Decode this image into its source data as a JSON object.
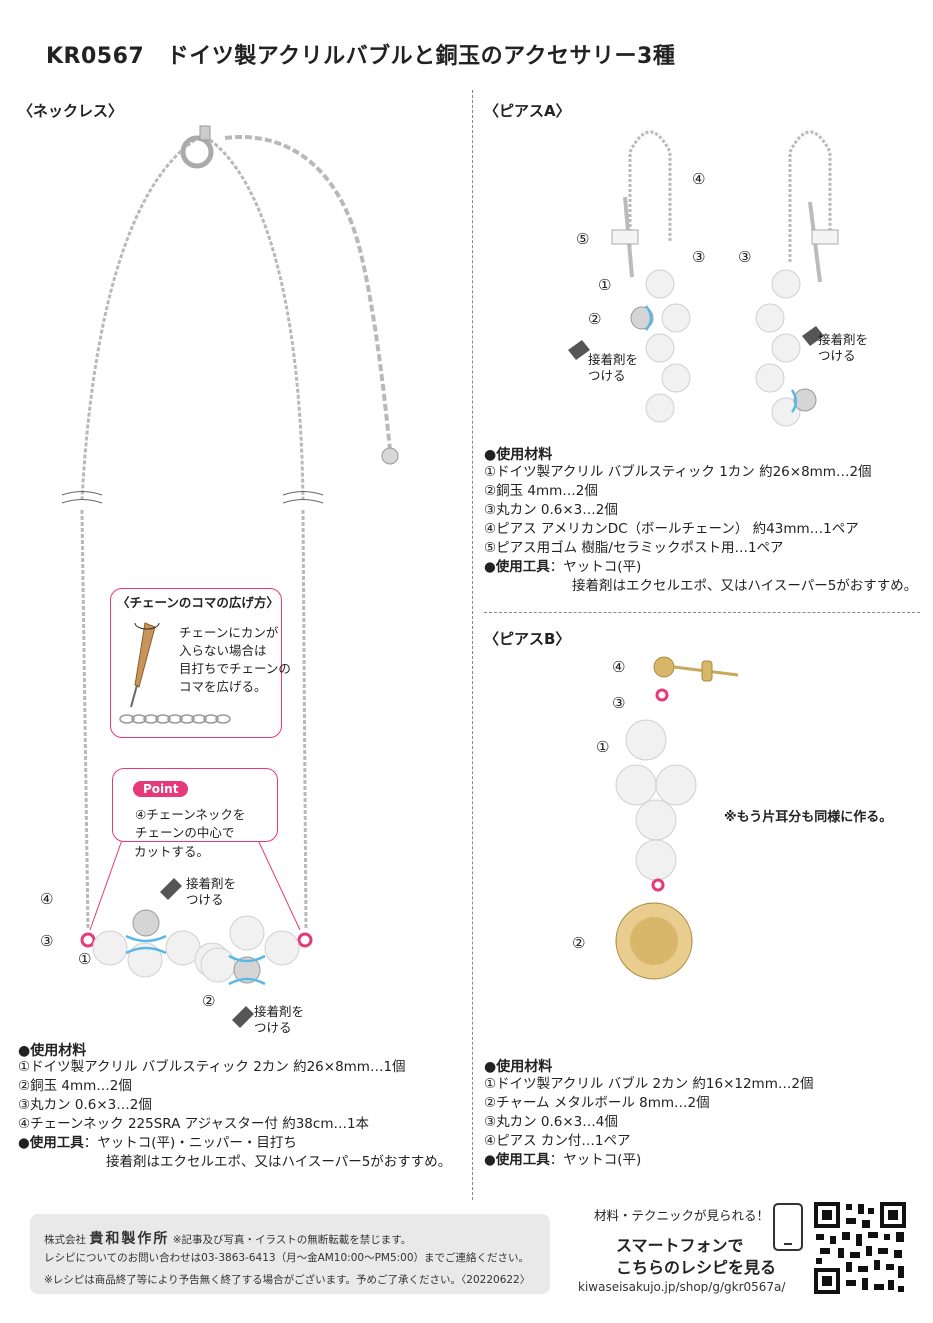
{
  "title": "KR0567　ドイツ製アクリルバブルと銅玉のアクセサリー3種",
  "necklace": {
    "heading": "〈ネックレス〉",
    "labels": [
      "④",
      "③",
      "①",
      "②"
    ],
    "glue_label_1": "接着剤を\nつける",
    "glue_label_2": "接着剤を\nつける",
    "chain_tip": {
      "heading": "〈チェーンのコマの広げ方〉",
      "lines": [
        "チェーンにカンが",
        "入らない場合は",
        "目打ちでチェーンの",
        "コマを広げる。"
      ]
    },
    "point": {
      "badge": "Point",
      "lines": [
        "④チェーンネックを",
        "チェーンの中心で",
        "カットする。"
      ]
    },
    "materials_title": "●使用材料",
    "materials": [
      "①ドイツ製アクリル バブルスティック 2カン 約26×8mm…1個",
      "②銅玉 4mm…2個",
      "③丸カン 0.6×3…2個",
      "④チェーンネック 225SRA アジャスター付 約38cm…1本"
    ],
    "tools_title": "●使用工具",
    "tools": "：ヤットコ(平)・ニッパー・目打ち",
    "tools_note": "接着剤はエクセルエポ、又はハイスーパー5がおすすめ。"
  },
  "pierce_a": {
    "heading": "〈ピアスA〉",
    "labels": [
      "④",
      "⑤",
      "③",
      "①",
      "②",
      "③"
    ],
    "glue_label_1": "接着剤を\nつける",
    "glue_label_2": "接着剤を\nつける",
    "materials_title": "●使用材料",
    "materials": [
      "①ドイツ製アクリル バブルスティック 1カン 約26×8mm…2個",
      "②銅玉 4mm…2個",
      "③丸カン 0.6×3…2個",
      "④ピアス アメリカンDC（ボールチェーン） 約43mm…1ペア",
      "⑤ピアス用ゴム 樹脂/セラミックポスト用…1ペア"
    ],
    "tools_title": "●使用工具",
    "tools": "：ヤットコ(平)",
    "tools_note": "接着剤はエクセルエポ、又はハイスーパー5がおすすめ。"
  },
  "pierce_b": {
    "heading": "〈ピアスB〉",
    "labels": [
      "④",
      "③",
      "①",
      "②"
    ],
    "note": "※もう片耳分も同様に作る。",
    "materials_title": "●使用材料",
    "materials": [
      "①ドイツ製アクリル バブル 2カン 約16×12mm…2個",
      "②チャーム メタルボール 8mm…2個",
      "③丸カン 0.6×3…4個",
      "④ピアス カン付…1ペア"
    ],
    "tools_title": "●使用工具",
    "tools": "：ヤットコ(平)"
  },
  "footer": {
    "company_prefix": "株式会社",
    "company": "貴和製作所",
    "copyright": "※記事及び写真・イラストの無断転載を禁じます。",
    "contact": "レシピについてのお問い合わせは03-3863-6413（月～金AM10:00～PM5:00）までご連絡ください。",
    "notice": "※レシピは商品終了等により予告無く終了する場合がございます。予めご了承ください。〈20220622〉"
  },
  "smartphone": {
    "caption": "材料・テクニックが見られる！",
    "line1": "スマートフォンで",
    "line2": "こちらのレシピを見る",
    "url": "kiwaseisakujo.jp/shop/g/gkr0567a/"
  },
  "colors": {
    "accent_pink": "#e6397a",
    "glue_blue": "#5ab8e6",
    "chain_silver": "#b9b9b9",
    "gold": "#d9b76a"
  }
}
